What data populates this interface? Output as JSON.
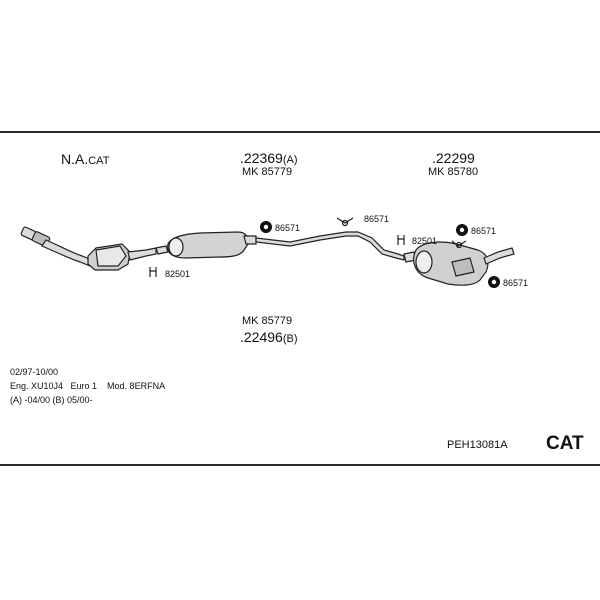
{
  "header": {
    "cat_label_main": "N.A.",
    "cat_label_suffix": "CAT",
    "part_mid": {
      "number": ".22369",
      "suffix": "(A)",
      "kit": "MK 85779"
    },
    "part_rear": {
      "number": ".22299",
      "kit": "MK 85780"
    }
  },
  "bottom_part": {
    "kit": "MK 85779",
    "number": ".22496",
    "suffix": "(B)"
  },
  "callouts": {
    "clamp_front": "82501",
    "clamp_rear": "82501",
    "rubber_1": "86571",
    "rubber_2": "86571",
    "rubber_3": "86571",
    "rubber_4": "86571"
  },
  "info": {
    "dates": "02/97-10/00",
    "engine": "Eng. XU10J4   Euro 1    Mod. 8ERFNA",
    "variants": "(A) -04/00 (B) 05/00-"
  },
  "footer": {
    "kit_code": "PEH13081A",
    "badge": "CAT"
  },
  "icons": [
    "rubber-mount-icon",
    "clamp-icon",
    "hanger-icon"
  ]
}
